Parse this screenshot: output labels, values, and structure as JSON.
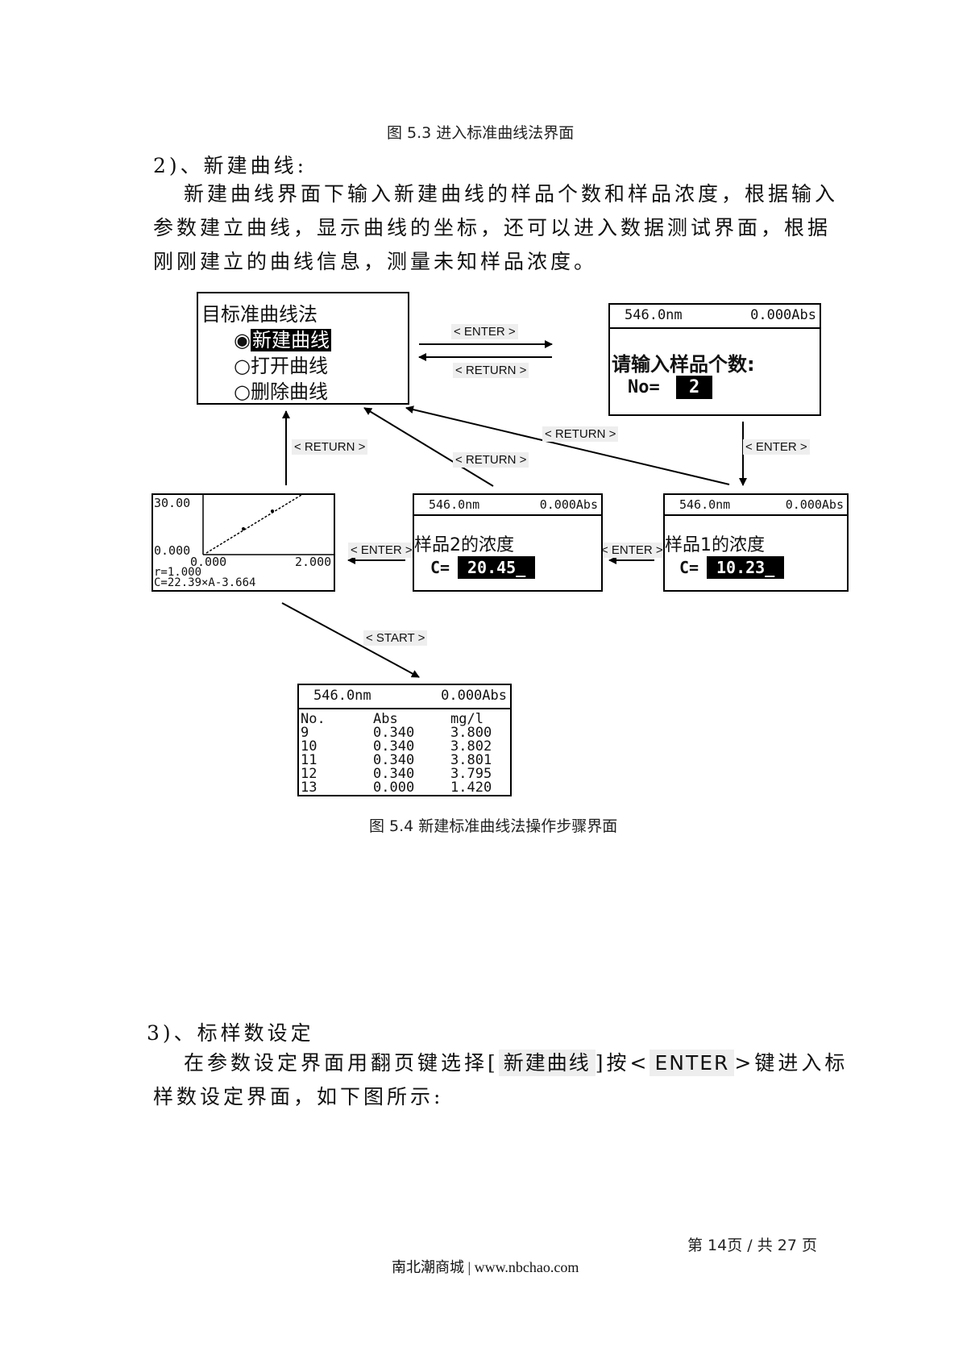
{
  "captions": {
    "fig53": "图 5.3 进入标准曲线法界面",
    "fig54": "图 5.4 新建标准曲线法操作步骤界面"
  },
  "section2": {
    "heading": "2)、新建曲线:",
    "lines": [
      "新建曲线界面下输入新建曲线的样品个数和样品浓度，根据输入",
      "参数建立曲线，显示曲线的坐标，还可以进入数据测试界面，根据",
      "刚刚建立的曲线信息，测量未知样品浓度。"
    ]
  },
  "menu": {
    "title": "目标准曲线法",
    "items": [
      "新建曲线",
      "打开曲线",
      "删除曲线"
    ],
    "selected_index": 0
  },
  "screen_header": {
    "wavelength": "546.0nm",
    "abs": "0.000Abs"
  },
  "count_screen": {
    "prompt": "请输入样品个数:",
    "field_label": "No=",
    "value": "2"
  },
  "sample2": {
    "label": "样品2的浓度",
    "field_label": "C=",
    "value": "20.45_"
  },
  "sample1": {
    "label": "样品1的浓度",
    "field_label": "C=",
    "value": "10.23_"
  },
  "curve_screen": {
    "y_max_label": "30.00",
    "y_min_label": "0.000",
    "x_min_label": "0.000",
    "x_max_label": "2.000",
    "r_text": "r=1.000",
    "equation": "C=22.39×A-3.664"
  },
  "labels": {
    "enter": "< ENTER >",
    "return": "< RETURN >",
    "start": "< START >"
  },
  "table_screen": {
    "headers": [
      "No.",
      "Abs",
      "mg/l"
    ],
    "rows": [
      [
        "9",
        "0.340",
        "3.800"
      ],
      [
        "10",
        "0.340",
        "3.802"
      ],
      [
        "11",
        "0.340",
        "3.801"
      ],
      [
        "12",
        "0.340",
        "3.795"
      ],
      [
        "13",
        "0.000",
        "1.420"
      ]
    ]
  },
  "section3": {
    "heading": "3)、标样数设定",
    "line1_prefix": "在参数设定界面用翻页键选择[",
    "line1_highlight": "新建曲线",
    "line1_mid": "]按<",
    "line1_key": "ENTER",
    "line1_suffix": ">键进入标",
    "line2": "样数设定界面，如下图所示:"
  },
  "page_number": "第 14页  /  共 27 页",
  "footer": "南北潮商城 | www.nbchao.com"
}
